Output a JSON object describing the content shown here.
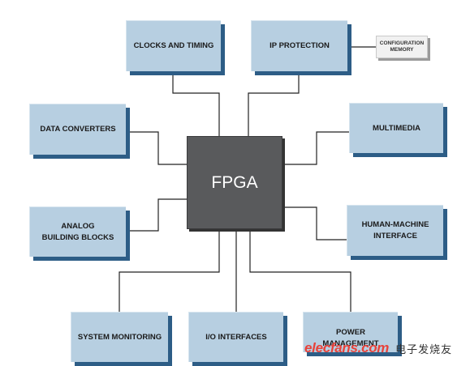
{
  "diagram": {
    "center": {
      "label": "FPGA"
    },
    "blocks": {
      "clocks": "CLOCKS AND TIMING",
      "ip": "IP PROTECTION",
      "data_converters": "DATA CONVERTERS",
      "multimedia": "MULTIMEDIA",
      "analog": "ANALOG\nBUILDING BLOCKS",
      "hmi": "HUMAN-MACHINE\nINTERFACE",
      "system_monitoring": "SYSTEM MONITORING",
      "io_interfaces": "I/O INTERFACES",
      "power": "POWER\nMANAGEMENT"
    },
    "config_memory": "CONFIGURATION\nMEMORY"
  },
  "watermark": {
    "logo": "elecfans.com",
    "chinese": "电子发烧友"
  },
  "colors": {
    "block_fill": "#b7cfe1",
    "block_shadow": "#2d5d86",
    "fpga_fill": "#595a5c",
    "wire": "#222222",
    "watermark_red": "#e8423a"
  }
}
